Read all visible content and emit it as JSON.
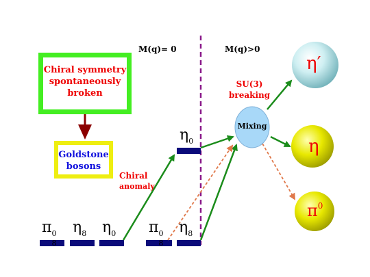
{
  "regions": {
    "massless": "M(q)= 0",
    "massive": "M(q)>0"
  },
  "boxes": {
    "chiral": [
      "Chiral symmetry",
      "spontaneously",
      "broken"
    ],
    "goldstone": [
      "Goldstone",
      "bosons"
    ]
  },
  "annotations": {
    "chiral_anomaly": [
      "Chiral",
      "anomaly"
    ],
    "su3_breaking": [
      "SU(3)",
      "breaking"
    ],
    "mixing": "Mixing"
  },
  "levels": {
    "pi8": {
      "base": "π",
      "sup": "0",
      "sub": "8"
    },
    "eta8": {
      "base": "η",
      "sub": "8"
    },
    "eta0": {
      "base": "η",
      "sub": "0"
    }
  },
  "particles": {
    "eta_prime": "η′",
    "eta": "η",
    "pi0": {
      "base": "π",
      "sup": "0"
    }
  },
  "colors": {
    "arrow_green": "#1b8c1b",
    "arrow_dashed": "#e0784a",
    "divider": "#8a1a8a",
    "level_bar": "#0b0b7a",
    "chiral_box": "#44ee22",
    "goldstone_box": "#eeee11",
    "mixing_fill": "#a8d8f8",
    "label_red": "#ee0000",
    "label_blue": "#1010dd",
    "down_arrow": "#8b0000"
  }
}
